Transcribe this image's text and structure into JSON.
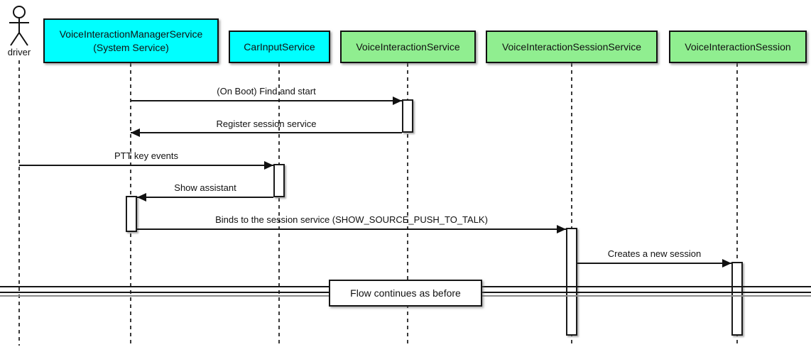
{
  "diagram": {
    "type": "uml-sequence-diagram",
    "actor": {
      "name": "driver"
    },
    "participants": [
      {
        "name": "VoiceInteractionManagerService\n(System Service)",
        "fill": "#00FFFF"
      },
      {
        "name": "CarInputService",
        "fill": "#00FFFF"
      },
      {
        "name": "VoiceInteractionService",
        "fill": "#90EE90"
      },
      {
        "name": "VoiceInteractionSessionService",
        "fill": "#90EE90"
      },
      {
        "name": "VoiceInteractionSession",
        "fill": "#90EE90"
      }
    ],
    "messages": [
      {
        "label": "(On Boot) Find and start",
        "from": "VoiceInteractionManagerService (System Service)",
        "to": "VoiceInteractionService",
        "direction": "right"
      },
      {
        "label": "Register session service",
        "from": "VoiceInteractionService",
        "to": "VoiceInteractionManagerService (System Service)",
        "direction": "left"
      },
      {
        "label": "PTT key events",
        "from": "driver",
        "to": "CarInputService",
        "direction": "right"
      },
      {
        "label": "Show assistant",
        "from": "CarInputService",
        "to": "VoiceInteractionManagerService (System Service)",
        "direction": "left"
      },
      {
        "label": "Binds to the session service (SHOW_SOURCE_PUSH_TO_TALK)",
        "from": "VoiceInteractionManagerService (System Service)",
        "to": "VoiceInteractionSessionService",
        "direction": "right"
      },
      {
        "label": "Creates a new session",
        "from": "VoiceInteractionSessionService",
        "to": "VoiceInteractionSession",
        "direction": "right"
      }
    ],
    "divider": {
      "label": "Flow continues as before"
    },
    "colors": {
      "participant_cyan": "#00FFFF",
      "participant_green": "#90EE90",
      "line_black": "#111111",
      "background": "#FFFFFF",
      "shadow_gray": "#6E6E6E"
    }
  }
}
